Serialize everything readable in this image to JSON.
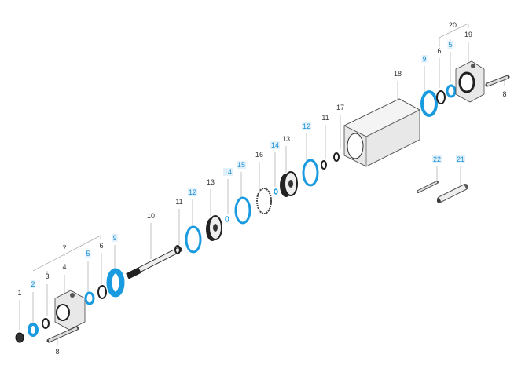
{
  "labels": [
    "1",
    "2",
    "3",
    "4",
    "5",
    "6",
    "7",
    "8",
    "9",
    "10",
    "11",
    "12",
    "13",
    "14",
    "15",
    "16",
    "17",
    "18",
    "19",
    "20",
    "21",
    "22"
  ],
  "colors": {
    "highlight": "#1a9be0",
    "label_bg": "#e3f1fb",
    "line": "#999999",
    "part": "#222222"
  }
}
